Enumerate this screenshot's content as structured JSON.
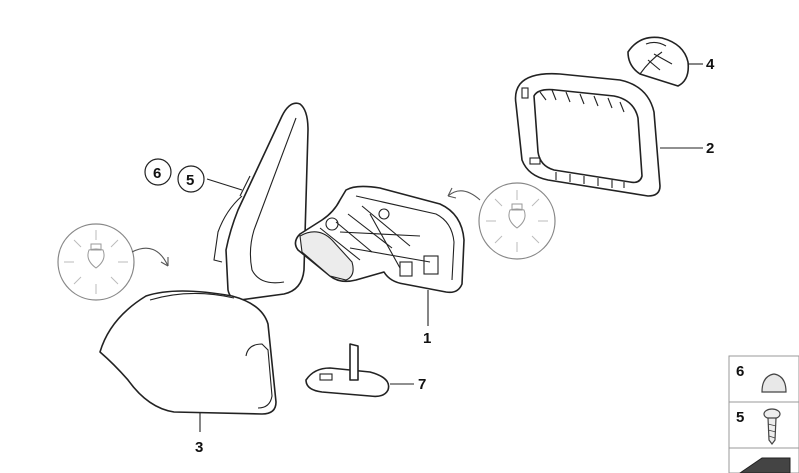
{
  "callouts": {
    "c1": "1",
    "c2": "2",
    "c3": "3",
    "c4": "4",
    "c5": "5",
    "c6": "6",
    "c7": "7",
    "legend_6": "6",
    "legend_5": "5"
  },
  "colors": {
    "line": "#222222",
    "bulb_outline": "#888888",
    "legend_border": "#999999"
  }
}
